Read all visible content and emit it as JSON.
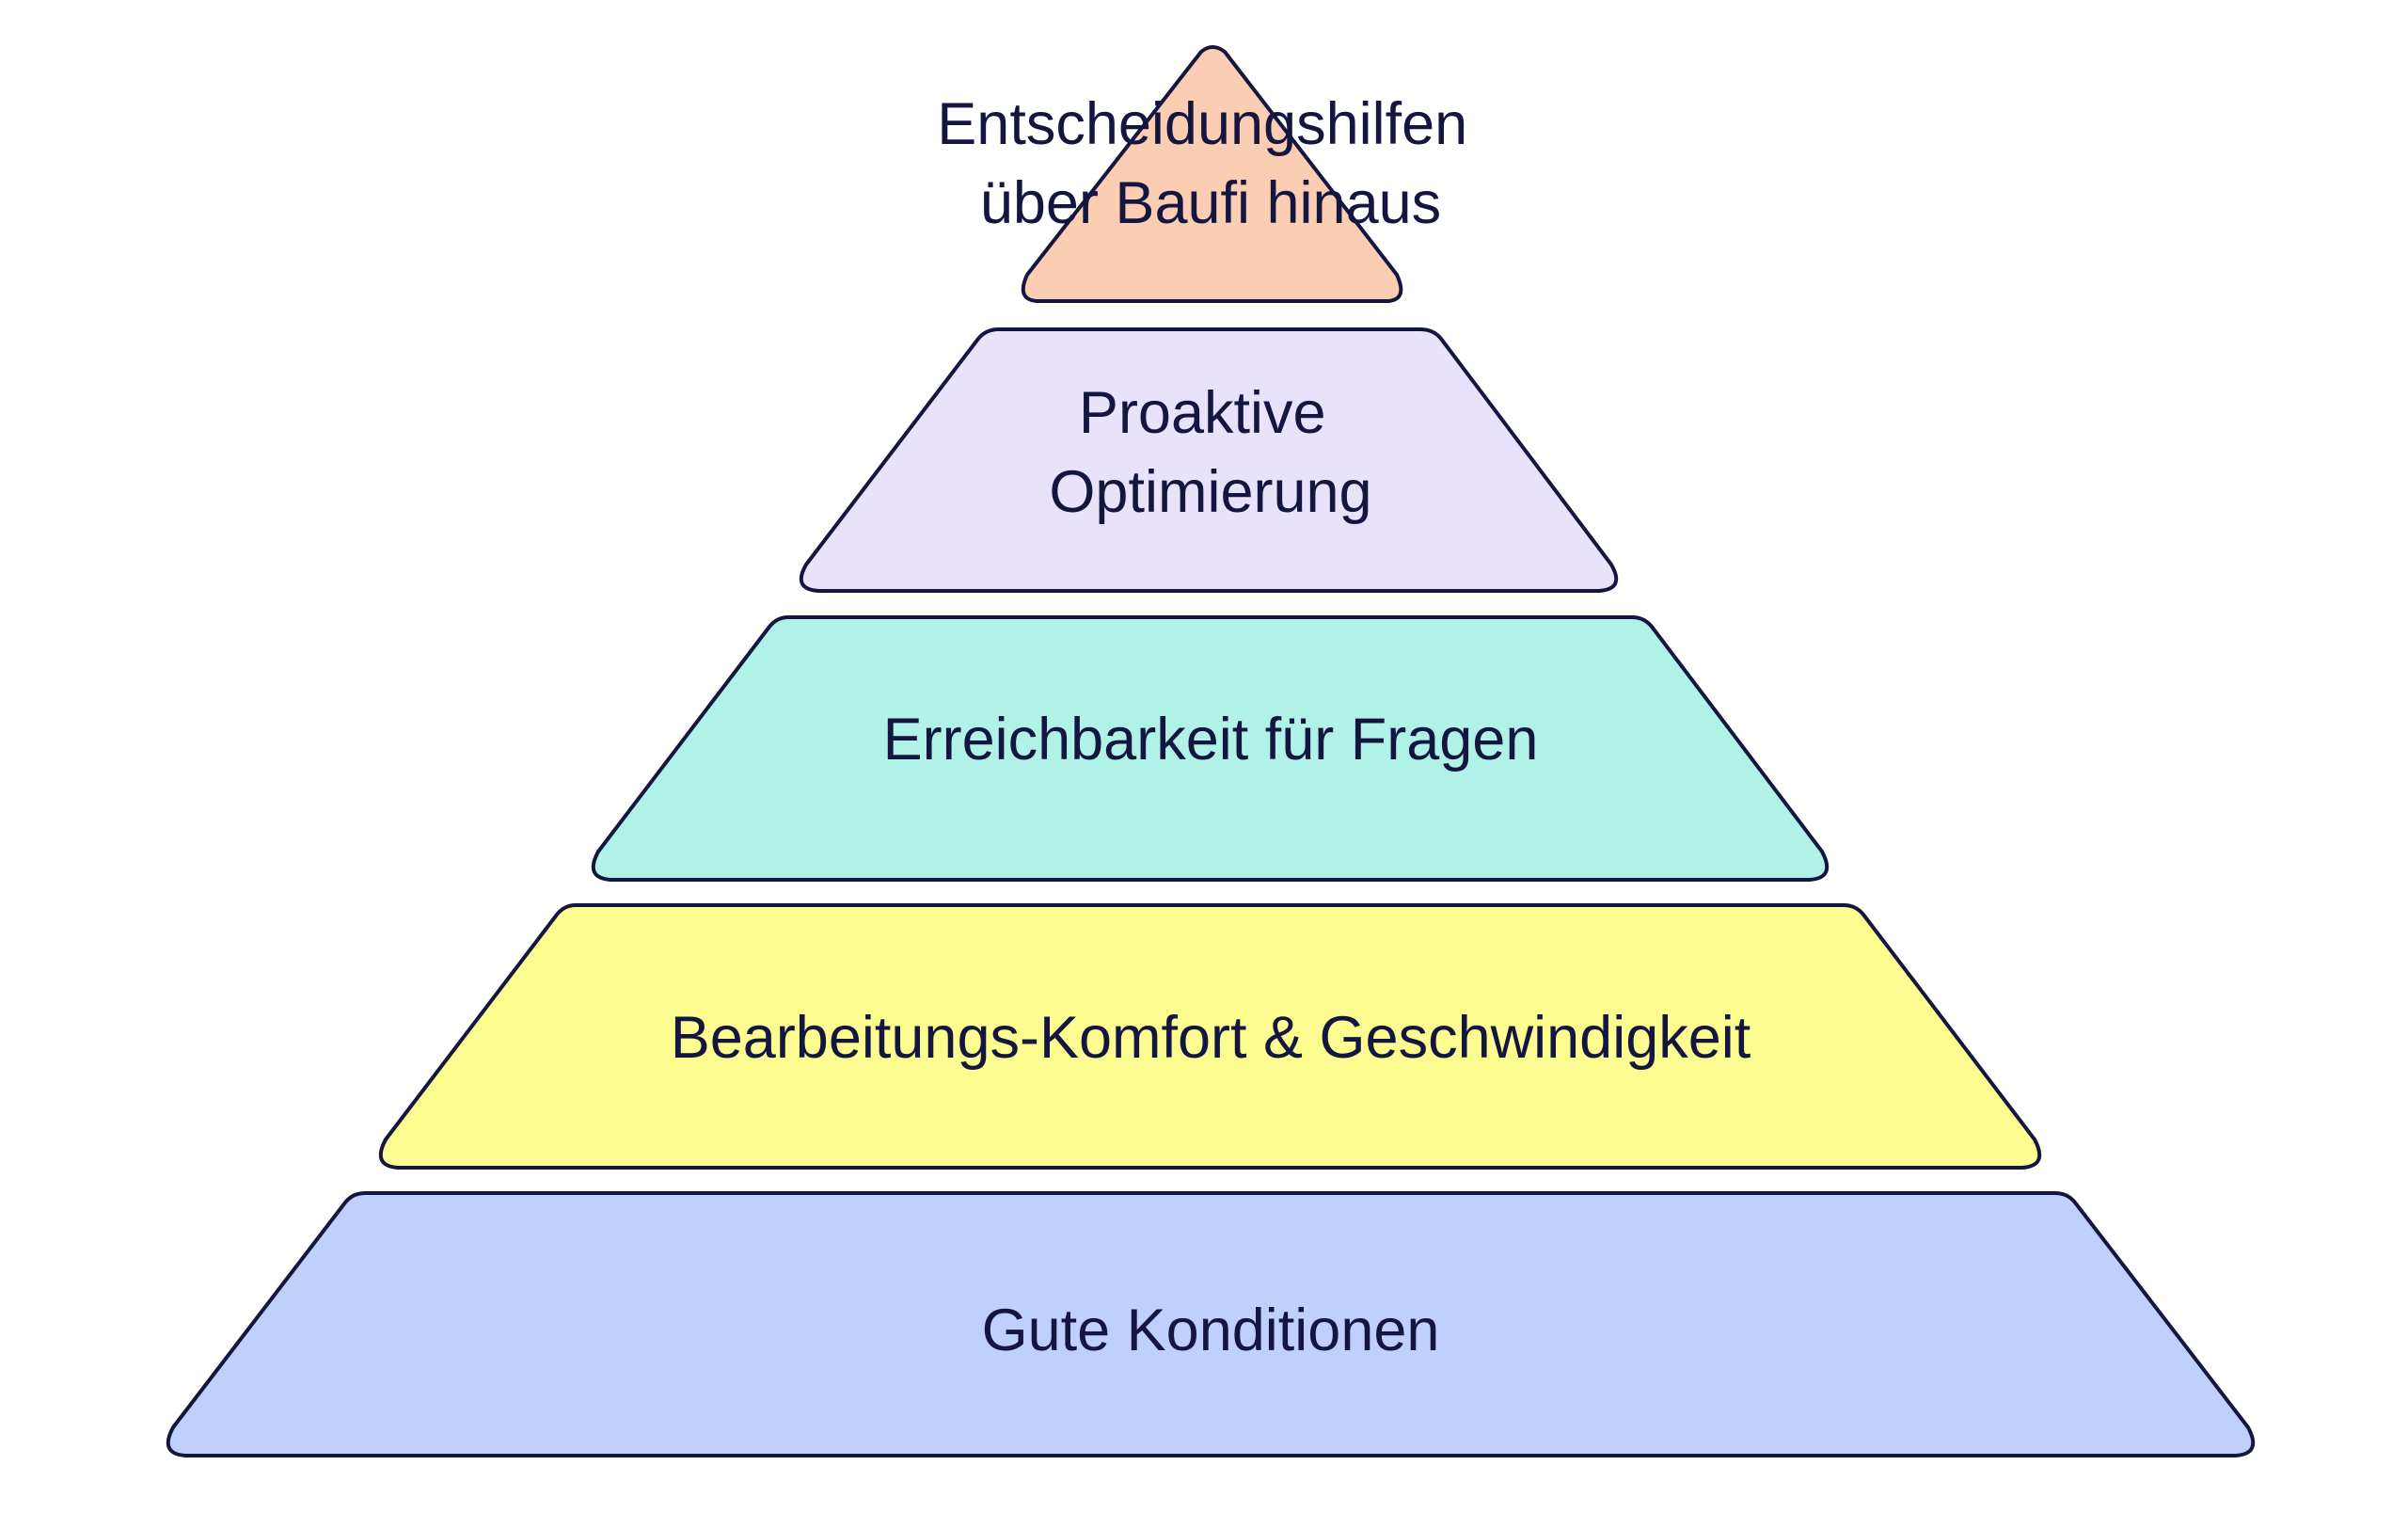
{
  "diagram": {
    "type": "pyramid",
    "layers": [
      {
        "id": "top",
        "lines": [
          "Entscheidungshilfen",
          "über Baufi hinaus"
        ],
        "color": "#fbcdb3"
      },
      {
        "id": "level-4",
        "lines": [
          "Proaktive",
          "Optimierung"
        ],
        "color": "#e8e3fb"
      },
      {
        "id": "level-3",
        "lines": [
          "Erreichbarkeit für Fragen"
        ],
        "color": "#b0f2e8"
      },
      {
        "id": "level-2",
        "lines": [
          "Bearbeitungs-Komfort & Geschwindigkeit"
        ],
        "color": "#fdfc91"
      },
      {
        "id": "base",
        "lines": [
          "Gute Konditionen"
        ],
        "color": "#c0d0fd"
      }
    ],
    "stroke_color": "#14163f",
    "text_color": "#14163f"
  }
}
